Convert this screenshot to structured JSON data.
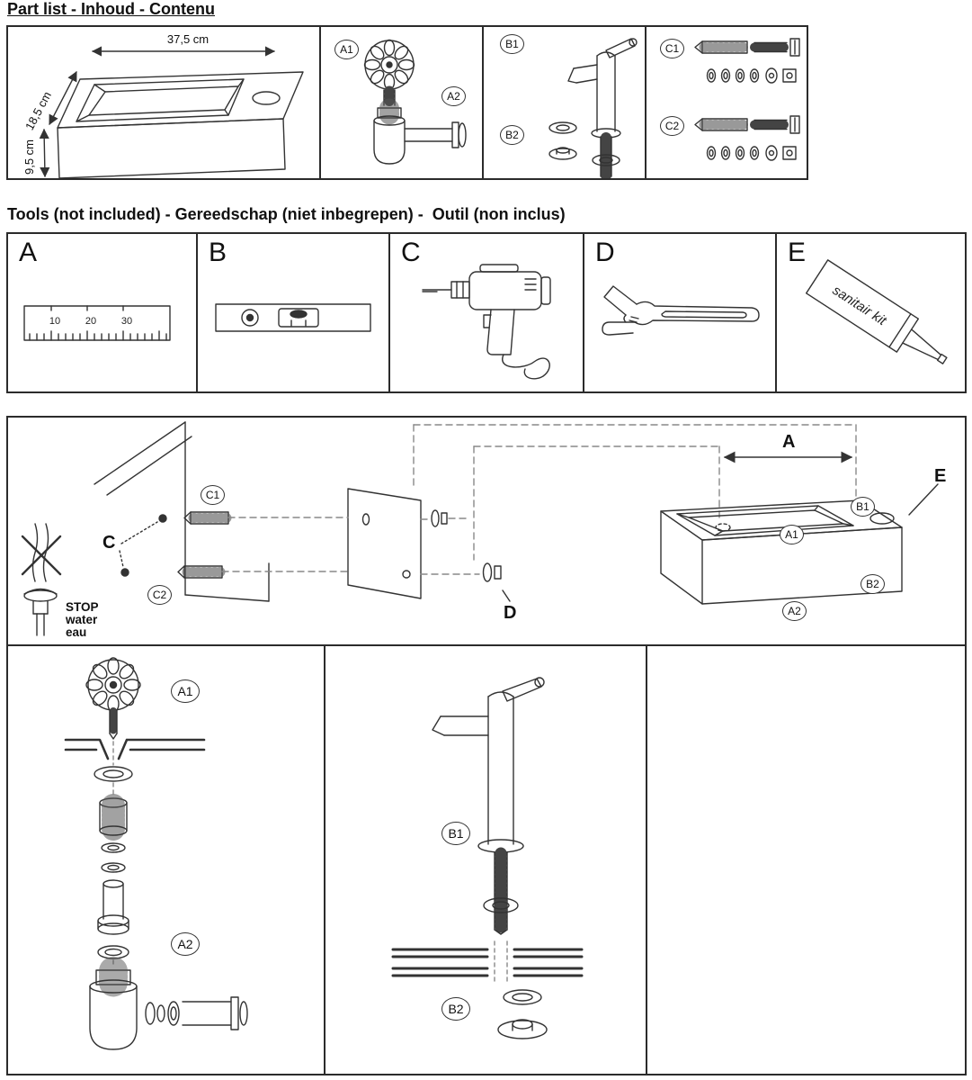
{
  "colors": {
    "line": "#333333",
    "border": "#2b2b2b",
    "background": "#ffffff"
  },
  "headings": {
    "part_list": "Part list - Inhoud - Contenu",
    "tools": "Tools (not included) - Gereedschap (niet inbegrepen) -  Outil (non inclus)"
  },
  "part_list": {
    "sink": {
      "width": "37,5 cm",
      "depth": "18,5 cm",
      "height": "9,5 cm"
    },
    "labels": {
      "a1": "A1",
      "a2": "A2",
      "b1": "B1",
      "b2": "B2",
      "c1": "C1",
      "c2": "C2"
    }
  },
  "tools": {
    "a": {
      "letter": "A",
      "icon": "ruler-icon",
      "ruler_numbers": [
        "10",
        "20",
        "30"
      ]
    },
    "b": {
      "letter": "B",
      "icon": "spirit-level-icon"
    },
    "c": {
      "letter": "C",
      "icon": "drill-icon"
    },
    "d": {
      "letter": "D",
      "icon": "adjustable-wrench-icon"
    },
    "e": {
      "letter": "E",
      "icon": "sealant-cartridge-icon",
      "cartridge_text": "sanitair kit"
    }
  },
  "assembly": {
    "wall": {
      "c1": "C1",
      "c": "C",
      "c2": "C2"
    },
    "stop_water": {
      "line1": "STOP",
      "line2": "water",
      "line3": "eau"
    },
    "dimension_a": "A",
    "washer_d": "D",
    "sealant_e": "E",
    "sink": {
      "a1": "A1",
      "b1": "B1",
      "b2": "B2",
      "a2": "A2"
    },
    "detail_drain": {
      "a1": "A1",
      "a2": "A2"
    },
    "detail_tap": {
      "b1": "B1",
      "b2": "B2"
    }
  }
}
